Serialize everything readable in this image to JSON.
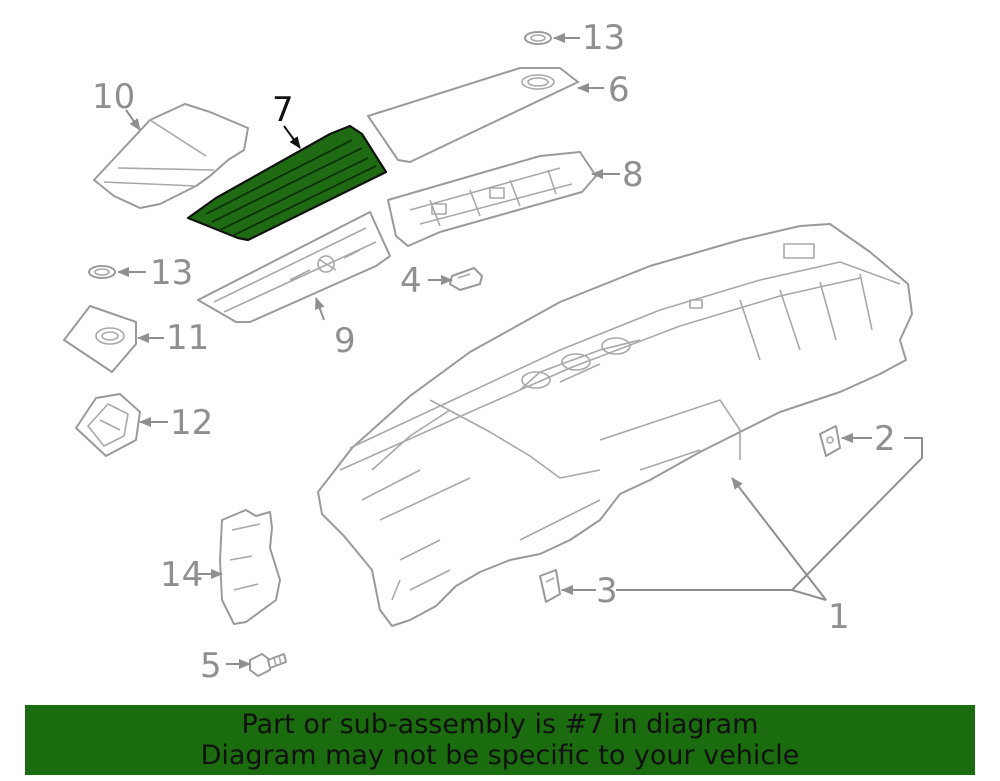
{
  "callouts": {
    "c1": "1",
    "c2": "2",
    "c3": "3",
    "c4": "4",
    "c5": "5",
    "c6": "6",
    "c7": "7",
    "c8": "8",
    "c9": "9",
    "c10": "10",
    "c11": "11",
    "c12": "12",
    "c13a": "13",
    "c13b": "13",
    "c14": "14"
  },
  "banner": {
    "line1": "Part or sub-assembly is #7 in diagram",
    "line2": "Diagram may not be specific to your vehicle"
  },
  "colors": {
    "highlight_fill": "#1f6b14",
    "banner_background": "#1b6b0f",
    "line_art": "#9a9a9a"
  }
}
